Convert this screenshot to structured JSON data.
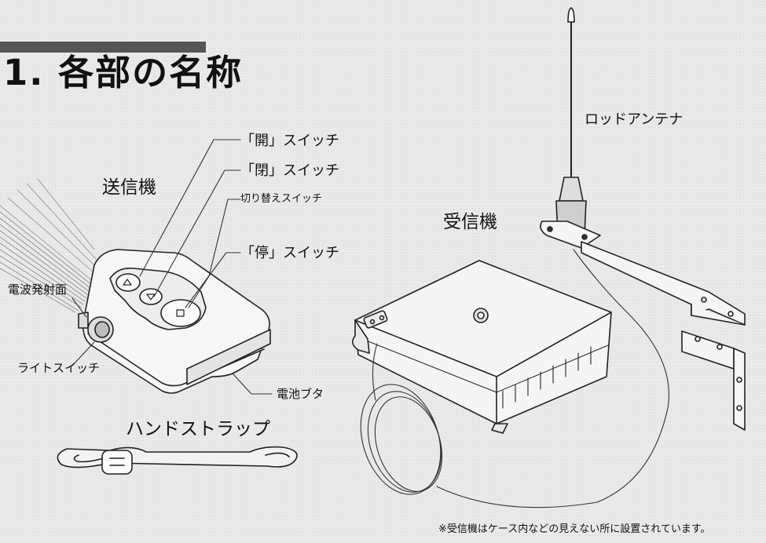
{
  "title": "1. 各部の名称",
  "labels": {
    "transmitter": "送信機",
    "open_switch": "「開」スイッチ",
    "close_switch": "「閉」スイッチ",
    "selector_switch": "切り替えスイッチ",
    "stop_switch": "「停」スイッチ",
    "emission_face": "電波発射面",
    "light_switch": "ライトスイッチ",
    "battery_cover": "電池ブタ",
    "hand_strap": "ハンドストラップ",
    "receiver": "受信機",
    "rod_antenna": "ロッドアンテナ"
  },
  "note": "※受信機はケース内などの見えない所に設置されています。",
  "icons": {
    "open": "triangle-up-icon",
    "close": "triangle-down-icon",
    "stop": "square-icon"
  }
}
